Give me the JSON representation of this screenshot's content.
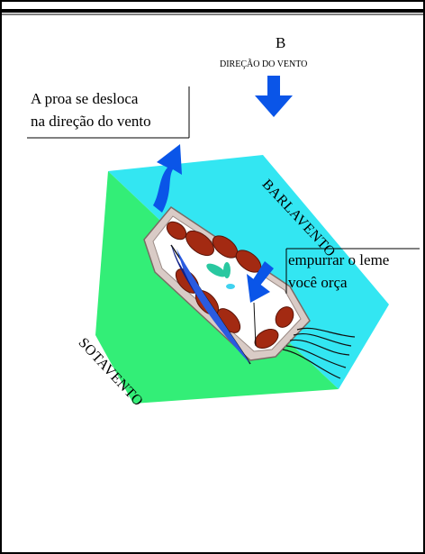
{
  "top_label": "B",
  "wind_direction_label": "DIREÇÃO DO VENTO",
  "callout_left": {
    "line1": "A proa se desloca",
    "line2": "na direção do vento"
  },
  "callout_right": {
    "line1": "empurrar o leme",
    "line2": "você orça"
  },
  "side_labels": {
    "windward": "BARLAVENTO",
    "leeward": "SOTAVENTO"
  },
  "colors": {
    "windward_side": "#33e6f2",
    "leeward_side": "#33ee77",
    "arrows": "#0a55e8",
    "hull": "#d9cbc6",
    "cushions": "#a32a12",
    "sail": "#0d1f8a"
  }
}
